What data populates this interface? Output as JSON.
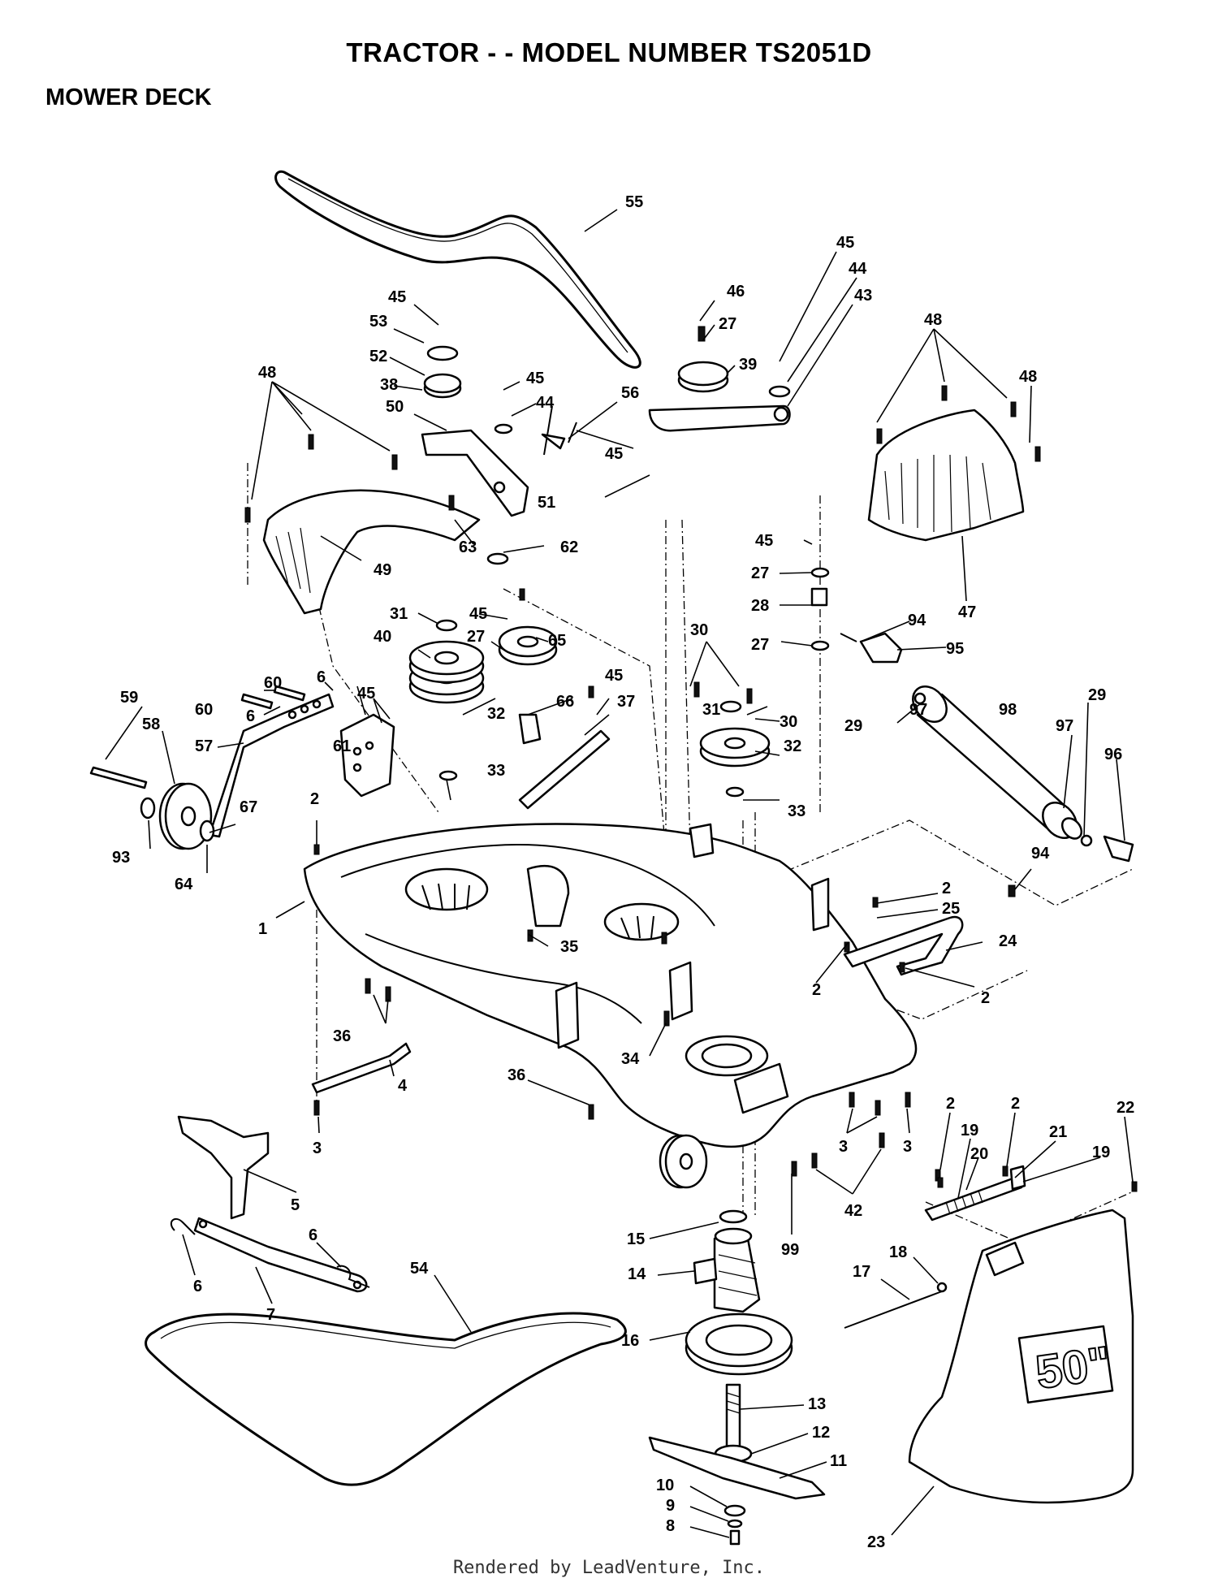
{
  "header": {
    "title": "TRACTOR - - MODEL NUMBER TS2051D",
    "section": "MOWER DECK"
  },
  "footer": {
    "text": "Rendered by LeadVenture, Inc."
  },
  "diagram": {
    "decal_text": "50\"",
    "callouts": [
      {
        "label": "55"
      },
      {
        "label": "45"
      },
      {
        "label": "44"
      },
      {
        "label": "43"
      },
      {
        "label": "46"
      },
      {
        "label": "27"
      },
      {
        "label": "45"
      },
      {
        "label": "53"
      },
      {
        "label": "52"
      },
      {
        "label": "38"
      },
      {
        "label": "45"
      },
      {
        "label": "44"
      },
      {
        "label": "56"
      },
      {
        "label": "39"
      },
      {
        "label": "48"
      },
      {
        "label": "48"
      },
      {
        "label": "48"
      },
      {
        "label": "50"
      },
      {
        "label": "45"
      },
      {
        "label": "51"
      },
      {
        "label": "63"
      },
      {
        "label": "62"
      },
      {
        "label": "49"
      },
      {
        "label": "45"
      },
      {
        "label": "27"
      },
      {
        "label": "28"
      },
      {
        "label": "27"
      },
      {
        "label": "47"
      },
      {
        "label": "31"
      },
      {
        "label": "45"
      },
      {
        "label": "27"
      },
      {
        "label": "40"
      },
      {
        "label": "65"
      },
      {
        "label": "30"
      },
      {
        "label": "94"
      },
      {
        "label": "95"
      },
      {
        "label": "6"
      },
      {
        "label": "60"
      },
      {
        "label": "45"
      },
      {
        "label": "59"
      },
      {
        "label": "60"
      },
      {
        "label": "6"
      },
      {
        "label": "58"
      },
      {
        "label": "57"
      },
      {
        "label": "61"
      },
      {
        "label": "66"
      },
      {
        "label": "45"
      },
      {
        "label": "37"
      },
      {
        "label": "32"
      },
      {
        "label": "31"
      },
      {
        "label": "30"
      },
      {
        "label": "29"
      },
      {
        "label": "97"
      },
      {
        "label": "98"
      },
      {
        "label": "29"
      },
      {
        "label": "32"
      },
      {
        "label": "97"
      },
      {
        "label": "96"
      },
      {
        "label": "33"
      },
      {
        "label": "33"
      },
      {
        "label": "2"
      },
      {
        "label": "67"
      },
      {
        "label": "93"
      },
      {
        "label": "64"
      },
      {
        "label": "94"
      },
      {
        "label": "2"
      },
      {
        "label": "25"
      },
      {
        "label": "1"
      },
      {
        "label": "35"
      },
      {
        "label": "24"
      },
      {
        "label": "2"
      },
      {
        "label": "2"
      },
      {
        "label": "36"
      },
      {
        "label": "4"
      },
      {
        "label": "34"
      },
      {
        "label": "36"
      },
      {
        "label": "2"
      },
      {
        "label": "2"
      },
      {
        "label": "22"
      },
      {
        "label": "19"
      },
      {
        "label": "21"
      },
      {
        "label": "20"
      },
      {
        "label": "19"
      },
      {
        "label": "3"
      },
      {
        "label": "3"
      },
      {
        "label": "3"
      },
      {
        "label": "42"
      },
      {
        "label": "5"
      },
      {
        "label": "99"
      },
      {
        "label": "15"
      },
      {
        "label": "6"
      },
      {
        "label": "18"
      },
      {
        "label": "17"
      },
      {
        "label": "14"
      },
      {
        "label": "6"
      },
      {
        "label": "7"
      },
      {
        "label": "54"
      },
      {
        "label": "16"
      },
      {
        "label": "13"
      },
      {
        "label": "12"
      },
      {
        "label": "11"
      },
      {
        "label": "10"
      },
      {
        "label": "9"
      },
      {
        "label": "8"
      },
      {
        "label": "23"
      }
    ]
  }
}
